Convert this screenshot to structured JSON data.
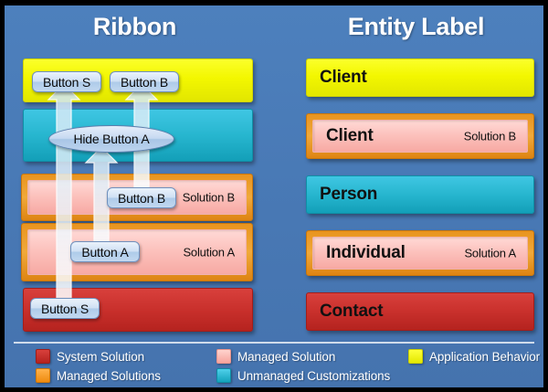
{
  "columns": {
    "left_title": "Ribbon",
    "right_title": "Entity Label"
  },
  "ribbon_stack": [
    {
      "name": "application-behavior-band",
      "layer": "Application Behavior",
      "color": "#f3f700",
      "label": "",
      "tag": ""
    },
    {
      "name": "unmanaged-customizations-band",
      "layer": "Unmanaged Customizations",
      "color": "#27b6cf",
      "label": "",
      "tag": ""
    },
    {
      "name": "solution-b-band",
      "layer": "Managed Solution",
      "color": "#fcc2bd",
      "label": "",
      "tag": "Solution B"
    },
    {
      "name": "solution-a-band",
      "layer": "Managed Solution",
      "color": "#fcc2bd",
      "label": "",
      "tag": "Solution A"
    },
    {
      "name": "system-solution-band",
      "layer": "System Solution",
      "color": "#c9302c",
      "label": "",
      "tag": ""
    }
  ],
  "ribbon_buttons": {
    "top_left": "Button S",
    "top_right": "Button B",
    "solution_b": "Button B",
    "solution_a": "Button A",
    "system": "Button S"
  },
  "callout": {
    "hide_button_a": "Hide Button A"
  },
  "entity_stack": [
    {
      "name": "entity-application-behavior",
      "label": "Client",
      "tag": "",
      "layer": "Application Behavior",
      "color": "#f3f700"
    },
    {
      "name": "entity-solution-b",
      "label": "Client",
      "tag": "Solution B",
      "layer": "Managed Solution",
      "color": "#fcc2bd"
    },
    {
      "name": "entity-unmanaged",
      "label": "Person",
      "tag": "",
      "layer": "Unmanaged Customizations",
      "color": "#27b6cf"
    },
    {
      "name": "entity-solution-a",
      "label": "Individual",
      "tag": "Solution A",
      "layer": "Managed Solution",
      "color": "#fcc2bd"
    },
    {
      "name": "entity-system-solution",
      "label": "Contact",
      "tag": "",
      "layer": "System Solution",
      "color": "#c9302c"
    }
  ],
  "legend": [
    {
      "name": "legend-system-solution",
      "label": "System Solution",
      "swatch": "sw-red",
      "color": "#c9302c",
      "col": 0,
      "row": 0
    },
    {
      "name": "legend-managed-solutions",
      "label": "Managed Solutions",
      "swatch": "sw-orange",
      "color": "#ef8b10",
      "col": 0,
      "row": 1
    },
    {
      "name": "legend-managed-solution",
      "label": "Managed Solution",
      "swatch": "sw-pink",
      "color": "#f6a49d",
      "col": 1,
      "row": 0
    },
    {
      "name": "legend-unmanaged-customizations",
      "label": "Unmanaged Customizations",
      "swatch": "sw-teal",
      "color": "#13a2bb",
      "col": 1,
      "row": 1
    },
    {
      "name": "legend-application-behavior",
      "label": "Application Behavior",
      "swatch": "sw-yellow",
      "color": "#e4e800",
      "col": 2,
      "row": 0
    }
  ],
  "colors": {
    "background": "#4a7cba",
    "frame": "#000000",
    "button_fill": "#cfe0f4"
  }
}
